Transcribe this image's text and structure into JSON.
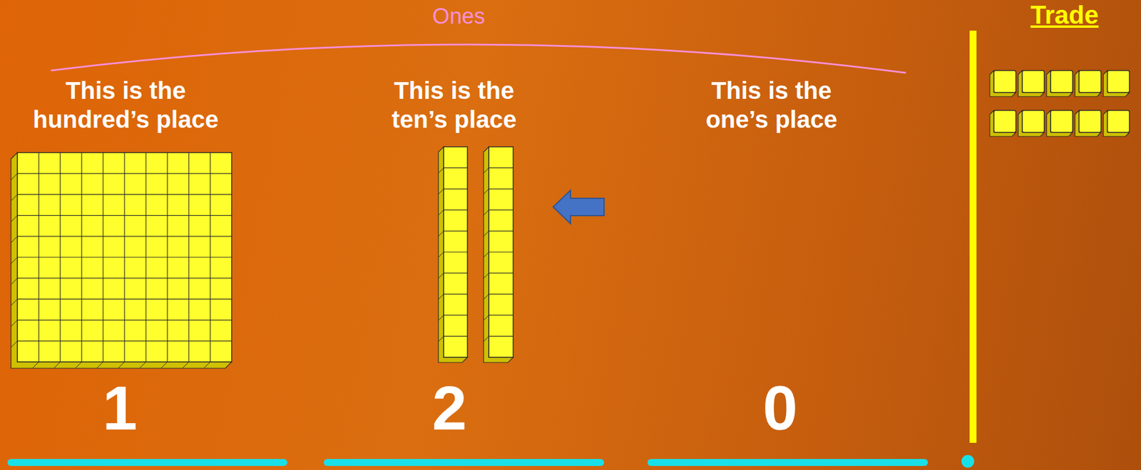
{
  "diagram": {
    "labels": [
      "Ones",
      "This is the hundred’s place",
      "This is the ten’s place",
      "This is the one’s place",
      "1",
      "2",
      "0",
      "Trade"
    ]
  }
}
